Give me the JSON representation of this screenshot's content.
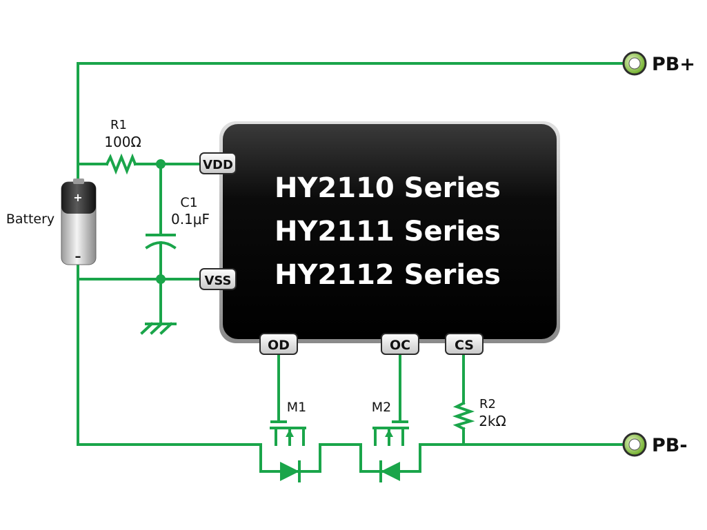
{
  "chip": {
    "lines": [
      "HY2110 Series",
      "HY2111 Series",
      "HY2112 Series"
    ]
  },
  "pins": {
    "vdd": "VDD",
    "vss": "VSS",
    "od": "OD",
    "oc": "OC",
    "cs": "CS"
  },
  "terminals": {
    "pb_plus": "PB+",
    "pb_minus": "PB-"
  },
  "components": {
    "r1": {
      "name": "R1",
      "value": "100Ω"
    },
    "c1": {
      "name": "C1",
      "value": "0.1μF"
    },
    "r2": {
      "name": "R2",
      "value": "2kΩ"
    },
    "m1": {
      "name": "M1"
    },
    "m2": {
      "name": "M2"
    },
    "battery": {
      "name": "Battery",
      "plus": "+",
      "minus": "–"
    }
  },
  "colors": {
    "wire": "#1aa54a",
    "chip_body": "#000000",
    "terminal_ring": "#8dc63f"
  }
}
